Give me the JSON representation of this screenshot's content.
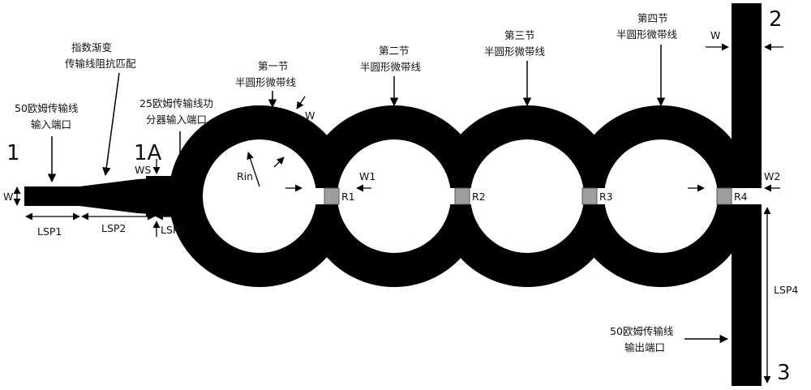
{
  "ports": {
    "p1": "1",
    "p1a": "1A",
    "p2": "2",
    "p3": "3"
  },
  "dims": {
    "w_left": "W",
    "w_ring": "W",
    "w_top": "W",
    "ws": "WS",
    "w1": "W1",
    "w2": "W2",
    "rin": "Rin",
    "lsp1": "LSP1",
    "lsp2": "LSP2",
    "lsp3": "LSP3",
    "lsp4": "LSP4"
  },
  "resistors": [
    "R1",
    "R2",
    "R3",
    "R4"
  ],
  "labels": {
    "input50": [
      "50欧姆传输线",
      "输入端口"
    ],
    "taper": [
      "指数渐变",
      "传输线阻抗匹配"
    ],
    "divider": [
      "25欧姆传输线功",
      "分器输入端口"
    ],
    "sec1": [
      "第一节",
      "半圆形微带线"
    ],
    "sec2": [
      "第二节",
      "半圆形微带线"
    ],
    "sec3": [
      "第三节",
      "半圆形微带线"
    ],
    "sec4": [
      "第四节",
      "半圆形微带线"
    ],
    "output50": [
      "50欧姆传输线",
      "输出端口"
    ]
  },
  "colors": {
    "metal": "#000000",
    "resistor": "#9e9e9e",
    "text": "#111111"
  }
}
